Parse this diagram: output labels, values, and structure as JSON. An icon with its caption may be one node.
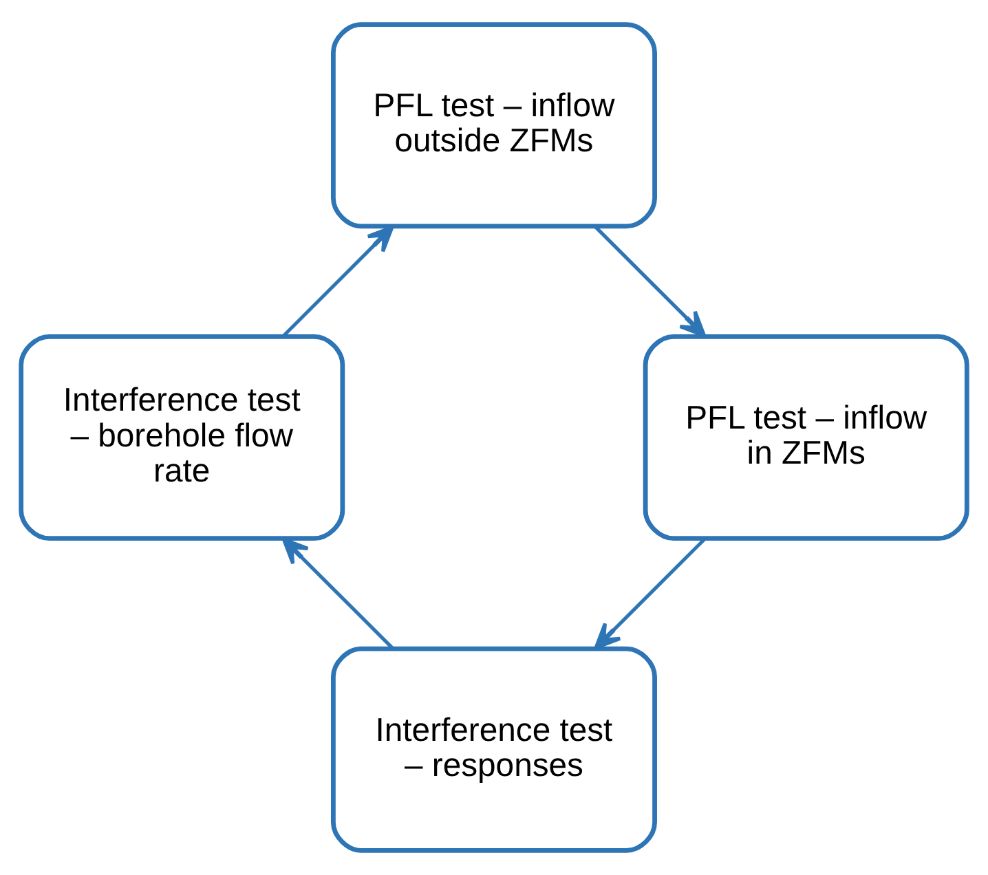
{
  "diagram": {
    "nodes": [
      {
        "text": [
          "Interference test – responses"
        ]
      },
      {
        "text": [
          "Interference test – borehole flow rate"
        ]
      },
      {
        "text": [
          "PFL test – inflow outside ZFMs"
        ]
      },
      {
        "text": [
          "PFL test – inflow in ZFMs"
        ]
      }
    ],
    "edges": [
      {
        "from": 0,
        "to": 1,
        "arrow": "to"
      },
      {
        "from": 1,
        "to": 2,
        "arrow": "to"
      },
      {
        "from": 2,
        "to": 3,
        "arrow": "to"
      },
      {
        "from": 3,
        "to": 0,
        "arrow": "to"
      }
    ]
  }
}
